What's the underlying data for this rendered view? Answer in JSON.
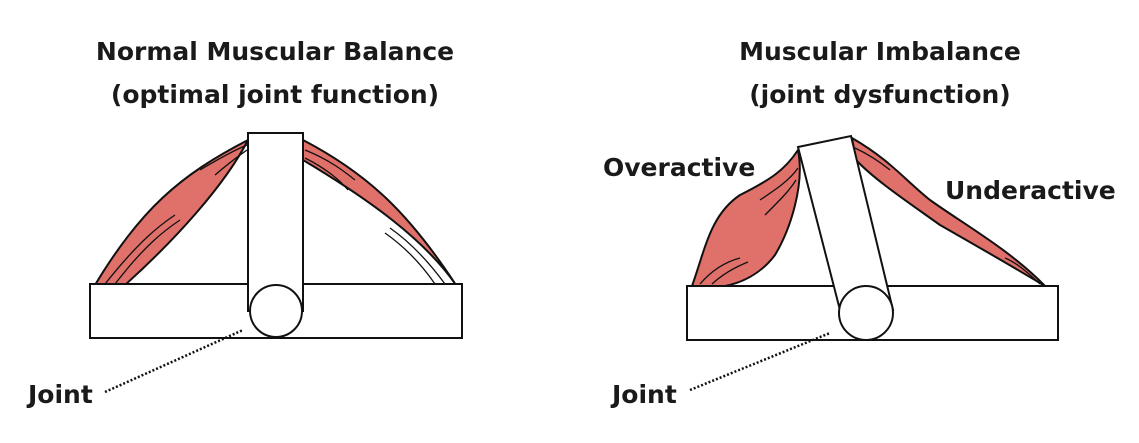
{
  "left_panel": {
    "title_line1": "Normal Muscular Balance",
    "title_line2": "(optimal joint function)",
    "joint_label": "Joint"
  },
  "right_panel": {
    "title_line1": "Muscular Imbalance",
    "title_line2": "(joint dysfunction)",
    "overactive_label": "Overactive",
    "underactive_label": "Underactive",
    "joint_label": "Joint"
  },
  "colors": {
    "muscle": "#e0706a",
    "outline": "#111111"
  }
}
